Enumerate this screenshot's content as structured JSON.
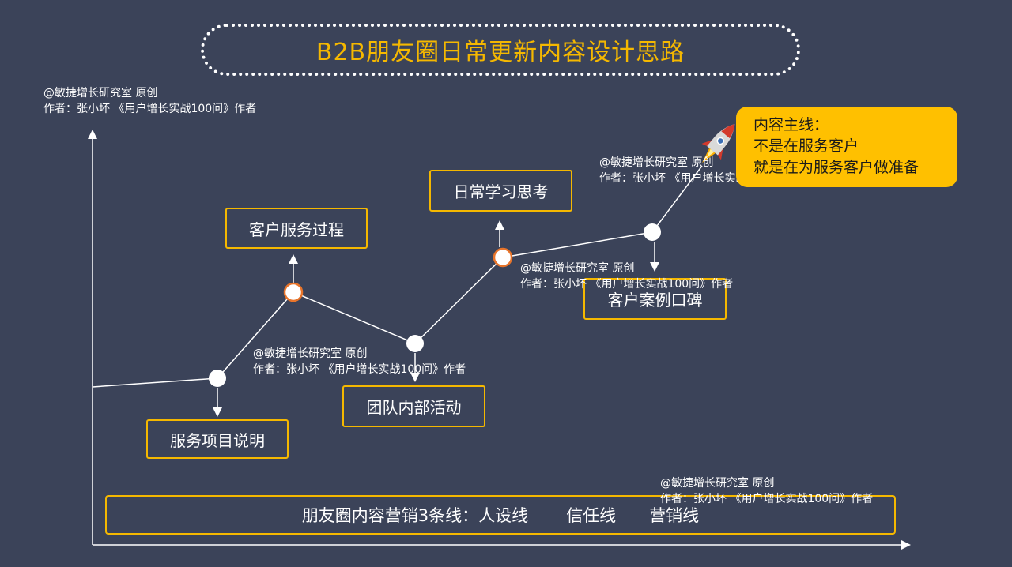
{
  "title": "B2B朋友圈日常更新内容设计思路",
  "watermark": {
    "line1": "@敏捷增长研究室 原创",
    "line2": "作者：张小坏 《用户增长实战100问》作者",
    "line2_alt": "作者：张小坏  《用户增长实战100问》作者"
  },
  "nodes": {
    "service_items": "服务项目说明",
    "customer_service": "客户服务过程",
    "team_activity": "团队内部活动",
    "daily_learning": "日常学习思考",
    "case_reputation": "客户案例口碑"
  },
  "callout": {
    "line1": "内容主线：",
    "line2": "不是在服务客户",
    "line3": "就是在为服务客户做准备"
  },
  "bottom": {
    "prefix": "朋友圈内容营销3条线：",
    "line_a": "人设线",
    "line_b": "信任线",
    "line_c": "营销线"
  },
  "colors": {
    "background": "#3b4359",
    "accent": "#f5b800",
    "callout": "#ffc000",
    "orange_ring": "#e8742a"
  }
}
